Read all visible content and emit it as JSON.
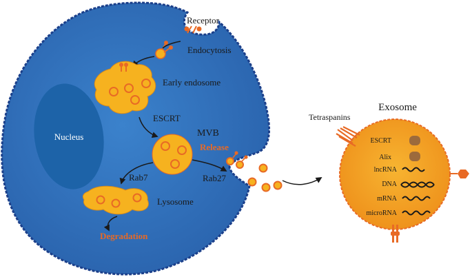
{
  "colors": {
    "cell_fill": "#2e6fb8",
    "cell_fill_dark": "#1f4f92",
    "nucleus": "#1d63a8",
    "membrane": "#1b3f8a",
    "vesicle": "#f6b21f",
    "vesicle_dot": "#f07a22",
    "accent_orange": "#e86a25",
    "exosome_fill": "#f2a21e",
    "arrow": "#1a1a1a",
    "white": "#ffffff"
  },
  "cell": {
    "receptor": "Receptor",
    "endocytosis": "Endocytosis",
    "early_endosome": "Early endosome",
    "nucleus": "Nucleus",
    "escrt": "ESCRT",
    "mvb": "MVB",
    "release": "Release",
    "rab7": "Rab7",
    "rab27": "Rab27",
    "lysosome": "Lysosome",
    "degradation": "Degradation"
  },
  "exosome": {
    "title": "Exosome",
    "tetraspanins": "Tetraspanins",
    "proteins": [
      "ESCRT",
      "Alix"
    ],
    "nucleic_acids": [
      "lncRNA",
      "DNA",
      "mRNA",
      "microRNA"
    ]
  }
}
